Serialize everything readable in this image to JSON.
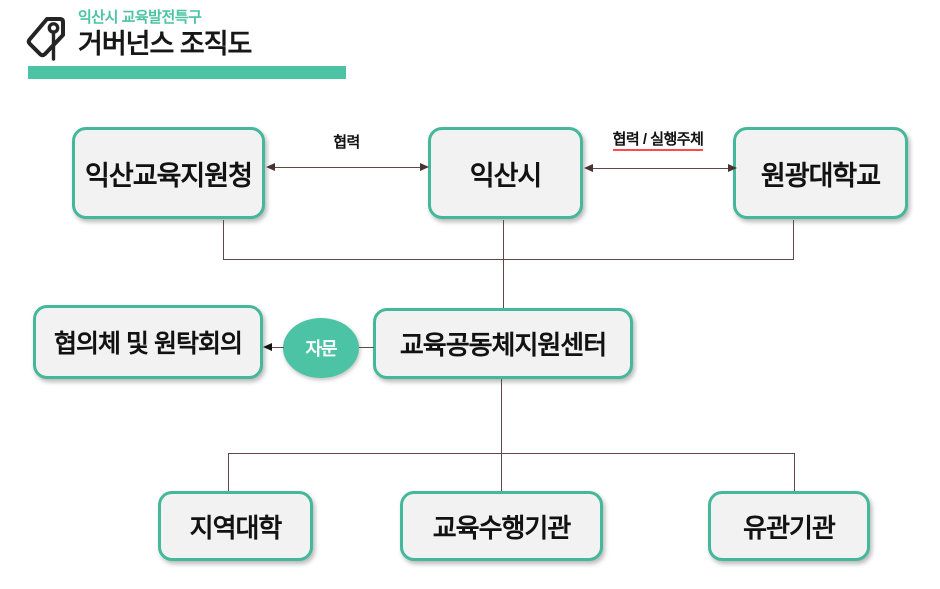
{
  "header": {
    "eyebrow": "익산시 교육발전특구",
    "title": "거버넌스 조직도"
  },
  "nodes": {
    "edu_office": "익산교육지원청",
    "city": "익산시",
    "university": "원광대학교",
    "council": "협의체 및 원탁회의",
    "advice_badge": "자문",
    "support_center": "교육공동체지원센터",
    "regional_univ": "지역대학",
    "edu_agency": "교육수행기관",
    "related_org": "유관기관"
  },
  "edges": {
    "cooperation": "협력",
    "cooperation_executor": "협력 / 실행주체"
  },
  "colors": {
    "accent_teal": "#4cc3a5",
    "node_border": "#45b79b",
    "node_fill": "#f2f2f2",
    "connector_line": "#5f4747",
    "label_underline_red": "#ff4a4a",
    "text": "#111111"
  }
}
